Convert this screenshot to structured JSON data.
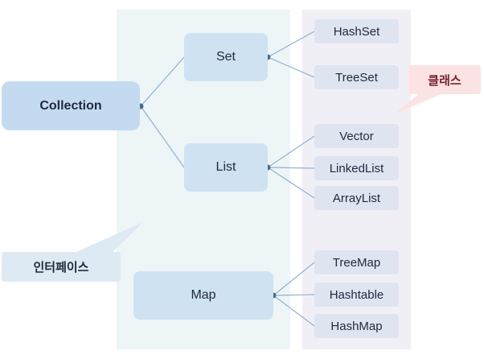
{
  "groups": {
    "interface_label": "인터페이스",
    "class_label": "클래스"
  },
  "root": {
    "label": "Collection"
  },
  "interfaces": {
    "set": "Set",
    "list": "List",
    "map": "Map"
  },
  "classes": {
    "hashset": "HashSet",
    "treeset": "TreeSet",
    "vector": "Vector",
    "linkedlist": "LinkedList",
    "arraylist": "ArrayList",
    "treemap": "TreeMap",
    "hashtable": "Hashtable",
    "hashmap": "HashMap"
  },
  "colors": {
    "interface_panel": "#eef5f7",
    "class_panel": "#f1eff6",
    "interface_node": "#cfe2f1",
    "class_node": "#dfe4f1",
    "class_callout": "#fbe3e3",
    "interface_callout": "#dde9f3",
    "connector": "#8fb1cf"
  }
}
